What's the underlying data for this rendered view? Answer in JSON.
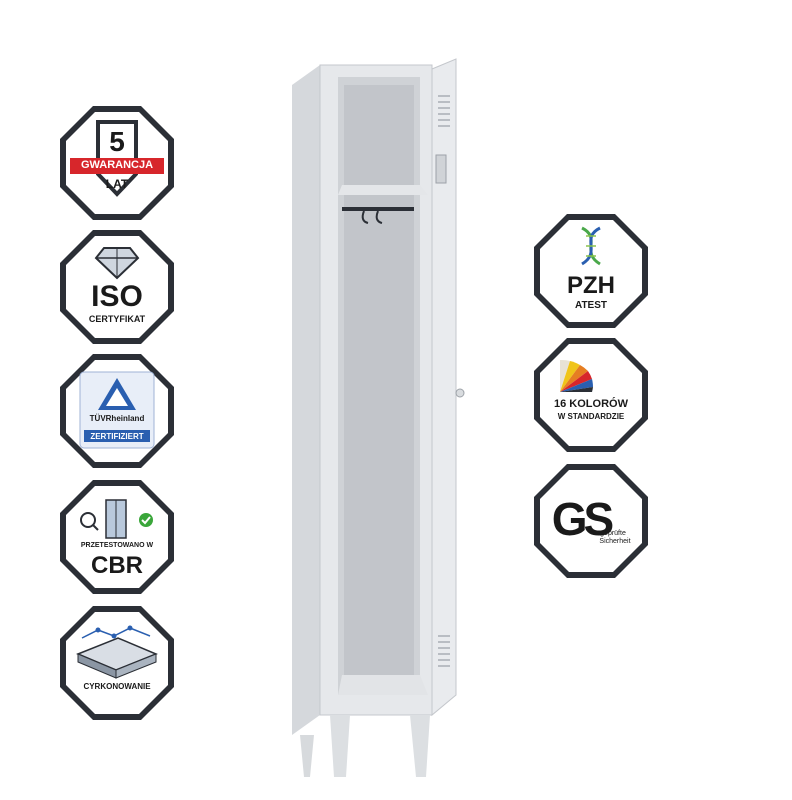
{
  "badges_left": [
    {
      "id": "warranty",
      "number": "5",
      "ribbon": "GWARANCJA",
      "sub": "LAT"
    },
    {
      "id": "iso",
      "big": "ISO",
      "sub": "CERTYFIKAT"
    },
    {
      "id": "tuv",
      "brand": "TÜVRheinland",
      "sub": "ZERTIFIZIERT"
    },
    {
      "id": "cbr",
      "small": "PRZETESTOWANO W",
      "big": "CBR"
    },
    {
      "id": "cyrkonowanie",
      "sub": "CYRKONOWANIE"
    }
  ],
  "badges_right": [
    {
      "id": "pzh",
      "big": "PZH",
      "sub": "ATEST"
    },
    {
      "id": "colors",
      "line1": "16 KOLORÓW",
      "line2": "W STANDARDZIE"
    },
    {
      "id": "gs",
      "big": "GS",
      "sub1": "geprüfte",
      "sub2": "Sicherheit"
    }
  ],
  "colors": {
    "badge_border": "#2b2f36",
    "ribbon": "#d7262b",
    "tuv_blue": "#2a5fb0",
    "check_green": "#3aa63a"
  }
}
